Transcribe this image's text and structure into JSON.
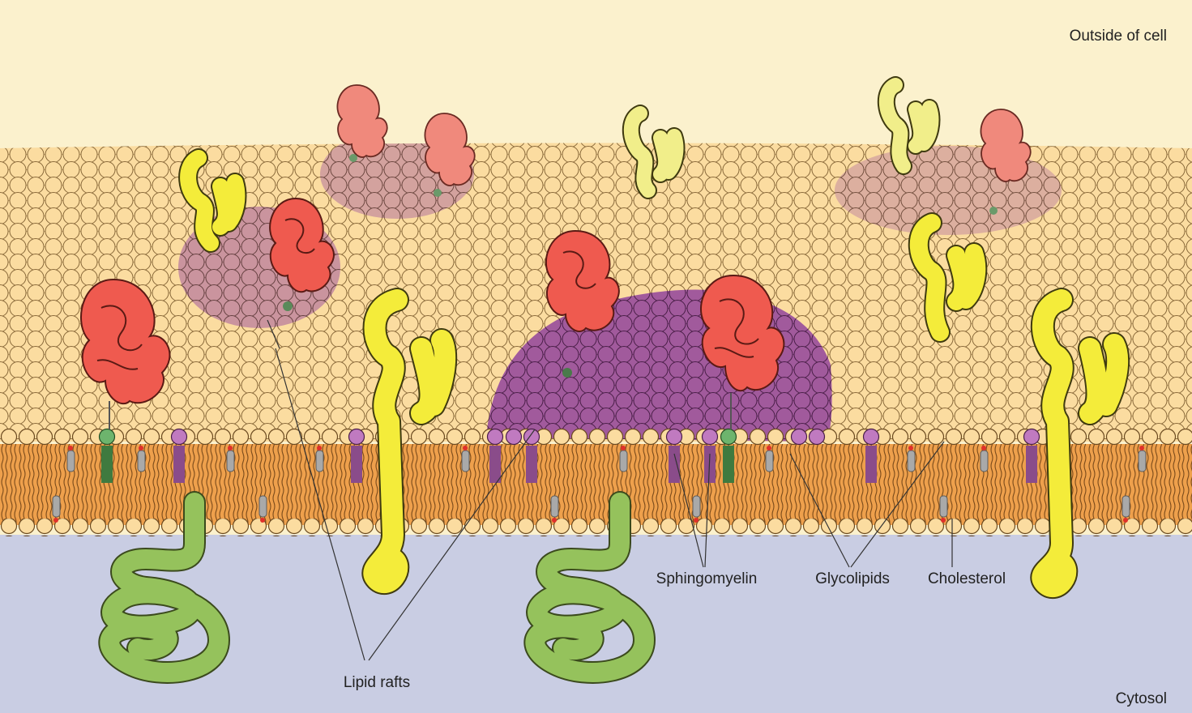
{
  "labels": {
    "outside": "Outside of cell",
    "cytosol": "Cytosol",
    "sphingomyelin": "Sphingomyelin",
    "glycolipids": "Glycolipids",
    "cholesterol": "Cholesterol",
    "lipid_rafts": "Lipid rafts"
  },
  "colors": {
    "outside_bg": "#fbf1cd",
    "cytosol_bg": "#c9cde3",
    "lipid_head": "#f8d48a",
    "raft_head": "#9b5196",
    "lipid_tail": "#f0a34d",
    "cholesterol": "#a8a8a8",
    "protein_red": "#ef5a4f",
    "protein_pink": "#f0897c",
    "protein_yellow": "#f3eb3a",
    "protein_green": "#93c05a",
    "glycolipid_head": "#5aa05a"
  }
}
